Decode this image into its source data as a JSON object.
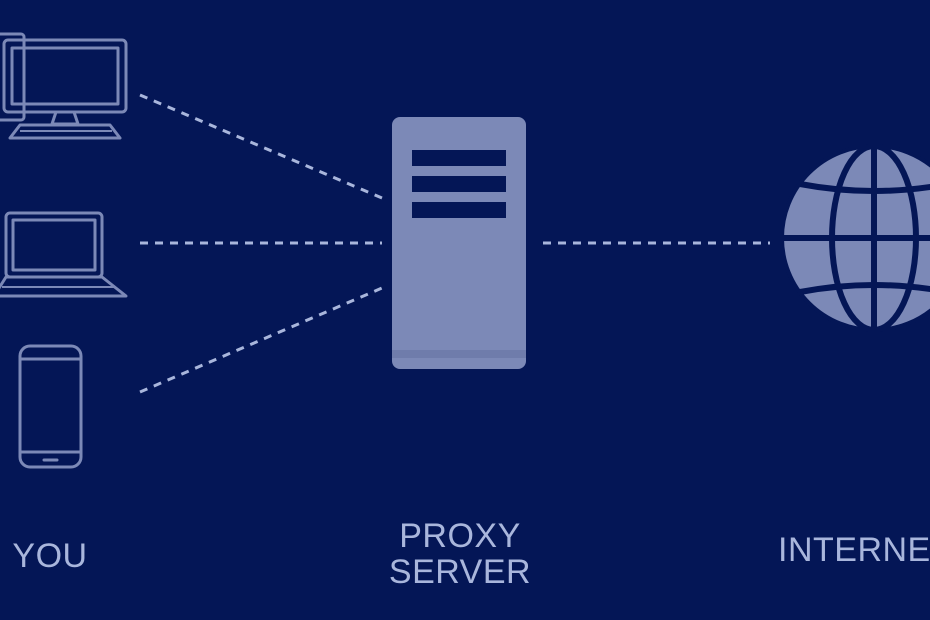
{
  "labels": {
    "you": "YOU",
    "proxy_line1": "PROXY",
    "proxy_line2": "SERVER",
    "internet": "INTERNET"
  },
  "icons": [
    "desktop-icon",
    "laptop-icon",
    "smartphone-icon",
    "server-icon",
    "globe-icon"
  ],
  "colors": {
    "background": "#041656",
    "foreground": "#7C89B7",
    "label": "#A9B6DC"
  }
}
